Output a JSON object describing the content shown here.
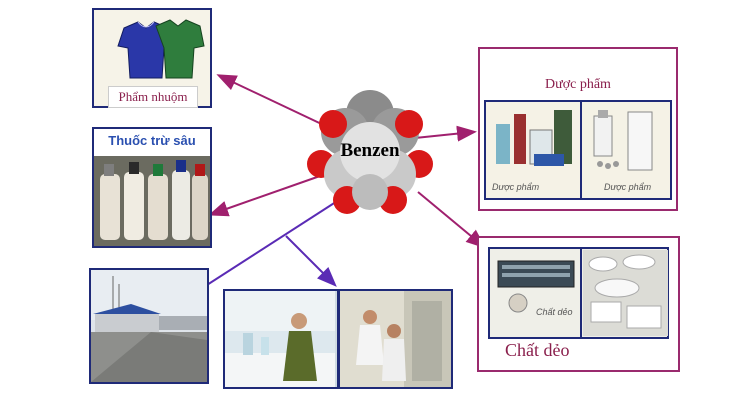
{
  "center": {
    "label": "Benzen"
  },
  "nodes": {
    "dyes": {
      "label": "Phẩm nhuộm"
    },
    "pesticide": {
      "label": "Thuốc trừ sâu"
    },
    "pharma": {
      "title": "Dược phẩm",
      "photo_left_caption": "Dược phẩm",
      "photo_right_caption": "Dược phẩm"
    },
    "plastics": {
      "title": "Chất dẻo",
      "photo_left_caption": "Chất dẻo"
    }
  },
  "colors": {
    "arrow_magenta": "#a0206e",
    "arrow_purple": "#5a2bb5",
    "frame_navy": "#1f2a78",
    "frame_plum": "#9a2a6e",
    "ball_red": "#d81818"
  }
}
